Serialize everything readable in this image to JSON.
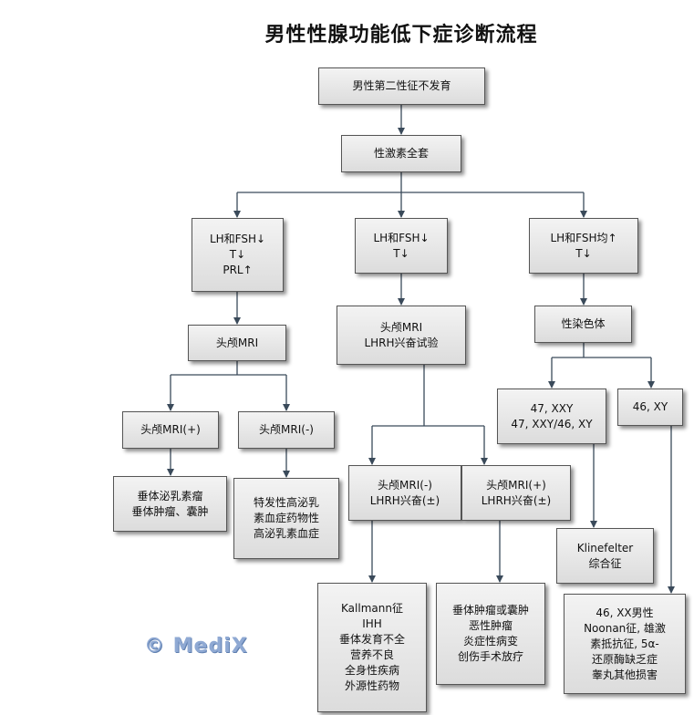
{
  "title": "男性性腺功能低下症诊断流程",
  "watermark": "© MediX",
  "nodes": {
    "start": "男性第二性征不发育",
    "hormone_panel": "性激素全套",
    "branch_left": "LH和FSH↓\nT↓\nPRL↑",
    "branch_mid": "LH和FSH↓\nT↓",
    "branch_right": "LH和FSH均↑\nT↓",
    "mri_left": "头颅MRI",
    "mri_mid": "头颅MRI\nLHRH兴奋试验",
    "karyotype": "性染色体",
    "mri_pos": "头颅MRI(+)",
    "mri_neg": "头颅MRI(-)",
    "xxy": "47, XXY\n47, XXY/46, XY",
    "xy": "46, XY",
    "pituitary_tumor": "垂体泌乳素瘤\n垂体肿瘤、囊肿",
    "idiopathic": "特发性高泌乳\n素血症药物性\n高泌乳素血症",
    "mri_neg_lhrh": "头颅MRI(-)\nLHRH兴奋(±)",
    "mri_pos_lhrh": "头颅MRI(+)\nLHRH兴奋(±)",
    "klinefelter": "Klinefelter\n综合征",
    "kallmann": "Kallmann征\nIHH\n垂体发育不全\n营养不良\n全身性疾病\n外源性药物",
    "tumor_causes": "垂体肿瘤或囊肿\n恶性肿瘤\n炎症性病变\n创伤手术放疗",
    "xy_causes": "46, XX男性\nNoonan征, 雄激\n素抵抗征, 5α-\n还原酶缺乏症\n睾丸其他损害"
  }
}
